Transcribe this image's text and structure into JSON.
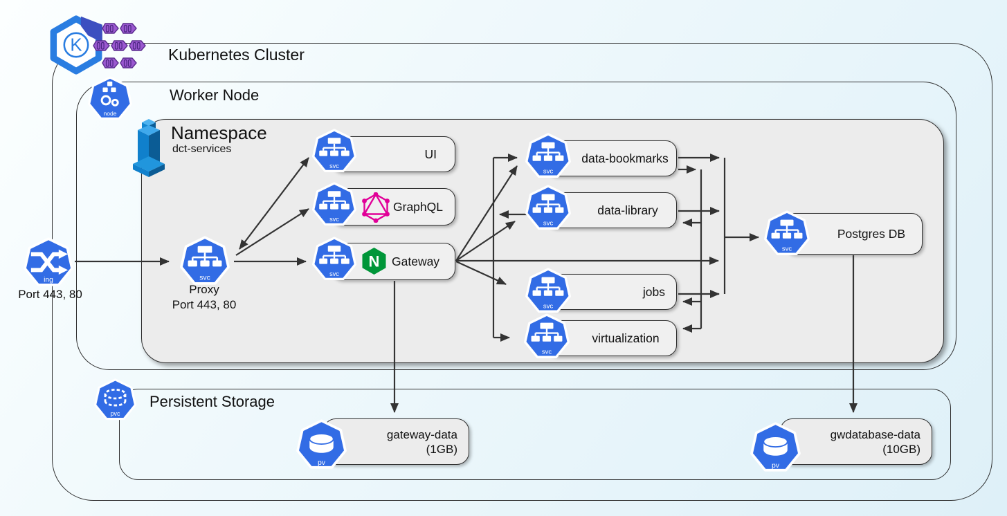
{
  "title_labels": {
    "cluster": "Kubernetes Cluster",
    "worker_node": "Worker Node",
    "namespace": "Namespace",
    "namespace_name": "dct-services",
    "persistent_storage": "Persistent Storage"
  },
  "ingress": {
    "badge": "ing",
    "ports": "Port 443, 80"
  },
  "proxy": {
    "name": "Proxy",
    "ports": "Port 443, 80"
  },
  "services": {
    "ui": "UI",
    "graphql": "GraphQL",
    "gateway": "Gateway",
    "data_bookmarks": "data-bookmarks",
    "data_library": "data-library",
    "jobs": "jobs",
    "virtualization": "virtualization",
    "postgres": "Postgres DB"
  },
  "volumes": {
    "gateway_data": {
      "name": "gateway-data",
      "size": "(1GB)"
    },
    "gwdatabase_data": {
      "name": "gwdatabase-data",
      "size": "(10GB)"
    }
  },
  "icon_badges": {
    "svc": "svc",
    "node": "node",
    "pvc": "pvc",
    "pv": "pv",
    "ing": "ing"
  },
  "logos": {
    "kubernetes_k": "K",
    "nginx_n": "N"
  },
  "colors": {
    "kubernetes_blue": "#326ce5",
    "graphql_pink": "#e10098",
    "nginx_green": "#009639",
    "container_purple": "#9b59d0",
    "building_blue": "#1080cc"
  }
}
